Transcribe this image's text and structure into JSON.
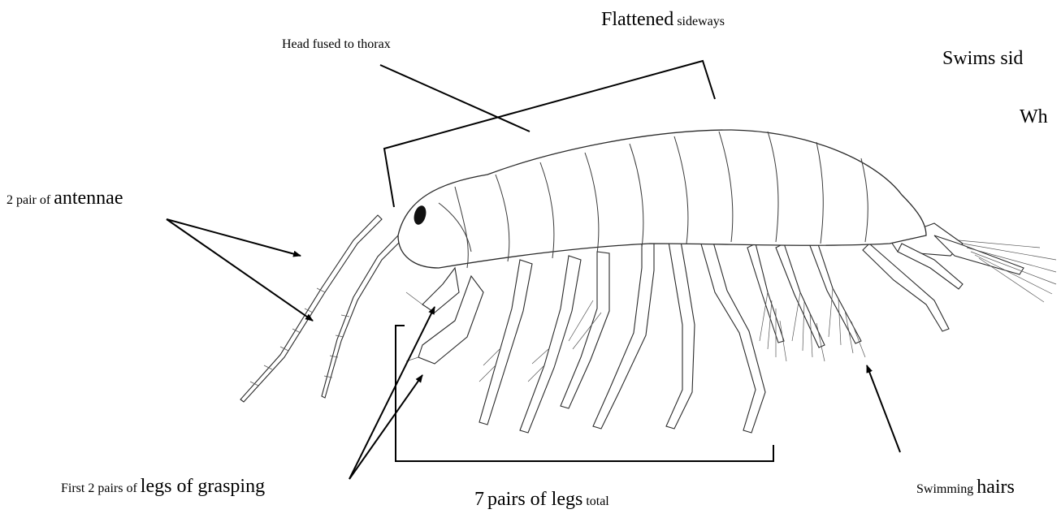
{
  "labels": {
    "head_fused": "Head fused to thorax",
    "flattened_main": "Flattened",
    "flattened_sub": "sideways",
    "swims_side": "Swims sid",
    "wh": "Wh",
    "antennae_a": "2 pair of",
    "antennae_b": "antennae",
    "grasping_a": "First 2 pairs of",
    "grasping_b": "legs of grasping",
    "legs_total_a": "7",
    "legs_total_b": "pairs of legs",
    "legs_total_c": "total",
    "swimming_a": "Swimming",
    "swimming_b": "hairs"
  },
  "colors": {
    "ink": "#000000",
    "outline": "#2a2a2a",
    "background": "#ffffff"
  }
}
